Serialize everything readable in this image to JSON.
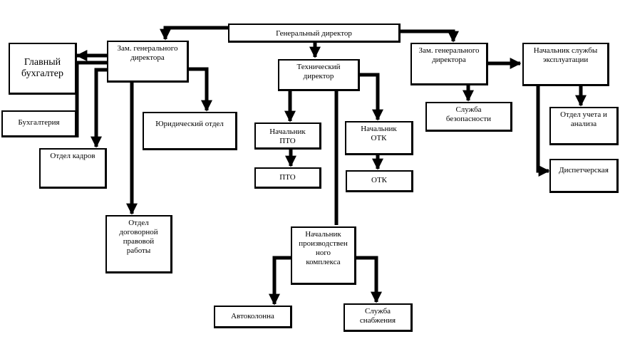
{
  "nodes": {
    "gen_dir": "Генеральный директор",
    "zam_left": "Зам. генерального\nдиректора",
    "glav_buh": "Главный\nбухгалтер",
    "buhgalteria": "Бухгалтерия",
    "otdel_kadrov": "Отдел кадров",
    "yur_otdel": "Юридический отдел",
    "otdel_dog": "Отдел\nдоговорной\nправовой\nработы",
    "tech_dir": "Технический\nдиректор",
    "nach_pto": "Начальник\nПТО",
    "pto": "ПТО",
    "nach_otk": "Начальник\nОТК",
    "otk": "ОТК",
    "nach_proizv": "Начальник\nпроизводствен\nного\nкомплекса",
    "avtokolonna": "Автоколонна",
    "snabzhenie": "Служба\nснабжения",
    "zam_right": "Зам. генерального\nдиректора",
    "bezopasnost": "Служба\nбезопасности",
    "nach_expl": "Начальник службы\nэксплуатации",
    "otdel_ucheta": "Отдел учета и\nанализа",
    "dispetcher": "Диспетчерская"
  },
  "colors": {
    "line": "#000000",
    "box_fill": "#ffffff",
    "text": "#000000"
  }
}
